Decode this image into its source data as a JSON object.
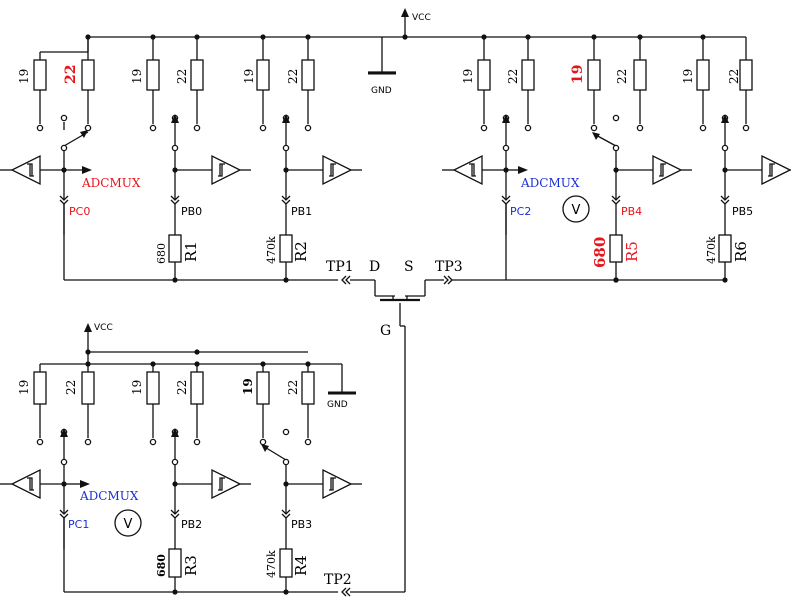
{
  "colors": {
    "wire": "#111111",
    "red": "#e8141c",
    "blue": "#1a2fd6"
  },
  "labels": {
    "vcc_top": "VCC",
    "vcc_bottom": "VCC",
    "gnd_top": "GND",
    "gnd_bottom": "GND",
    "adcmux_pc0": "ADCMUX",
    "adcmux_pc2": "ADCMUX",
    "adcmux_pc1": "ADCMUX",
    "pc0": "PC0",
    "pb0": "PB0",
    "pb1": "PB1",
    "pc2": "PC2",
    "pb4": "PB4",
    "pb5": "PB5",
    "pc1": "PC1",
    "pb2": "PB2",
    "pb3": "PB3",
    "r1": "R1",
    "r2": "R2",
    "r5": "R5",
    "r6": "R6",
    "r3": "R3",
    "r4": "R4",
    "r1_val": "680",
    "r2_val": "470k",
    "r5_val": "680",
    "r6_val": "470k",
    "r3_val": "680",
    "r4_val": "470k",
    "tp1": "TP1",
    "tp2": "TP2",
    "tp3": "TP3",
    "d": "D",
    "s": "S",
    "g": "G",
    "voltmeter_top": "V",
    "voltmeter_bottom": "V",
    "res19": "19",
    "res22": "22"
  },
  "highlights": {
    "pc0_pullup": "22",
    "pb4_pullup": "19",
    "pb3_pullup": "19",
    "r5_val": "680",
    "r3_val": "680"
  }
}
